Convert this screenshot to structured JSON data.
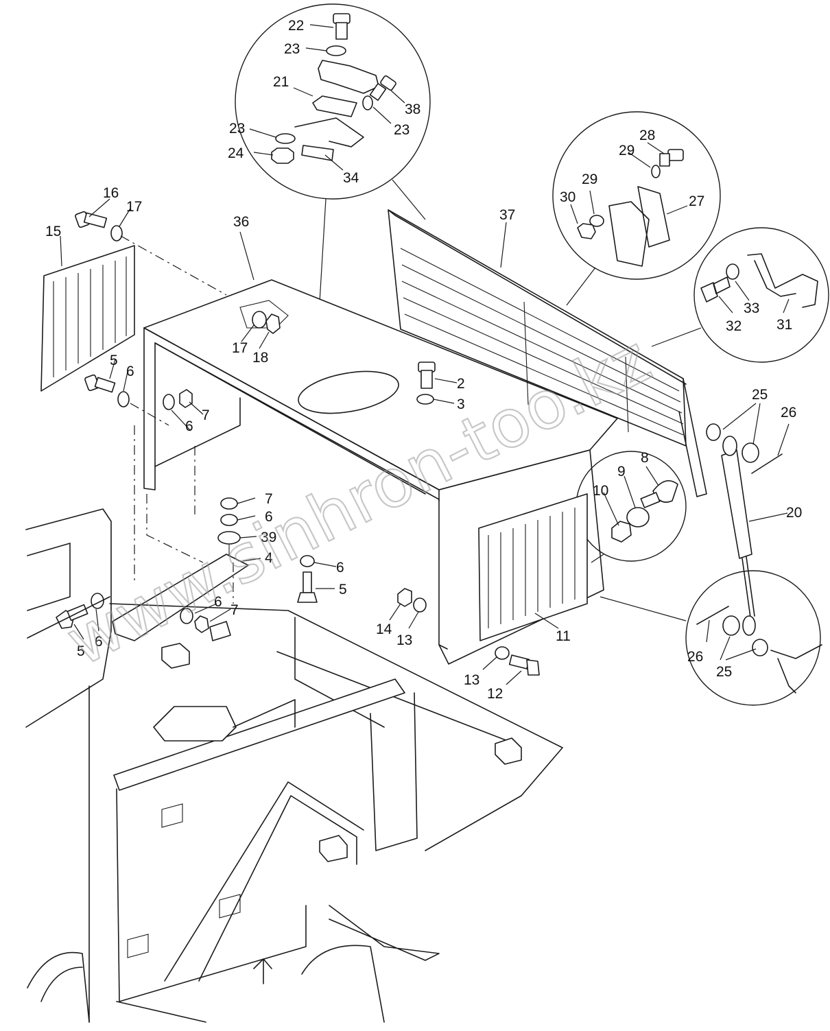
{
  "watermark": "www.sinhron-too.kz",
  "part_numbers": [
    {
      "id": "n22",
      "text": "22"
    },
    {
      "id": "n23a",
      "text": "23"
    },
    {
      "id": "n21",
      "text": "21"
    },
    {
      "id": "n38",
      "text": "38"
    },
    {
      "id": "n23b",
      "text": "23"
    },
    {
      "id": "n23c",
      "text": "23"
    },
    {
      "id": "n24",
      "text": "24"
    },
    {
      "id": "n34",
      "text": "34"
    },
    {
      "id": "n16",
      "text": "16"
    },
    {
      "id": "n17a",
      "text": "17"
    },
    {
      "id": "n15",
      "text": "15"
    },
    {
      "id": "n36",
      "text": "36"
    },
    {
      "id": "n37",
      "text": "37"
    },
    {
      "id": "n28",
      "text": "28"
    },
    {
      "id": "n29a",
      "text": "29"
    },
    {
      "id": "n29b",
      "text": "29"
    },
    {
      "id": "n30",
      "text": "30"
    },
    {
      "id": "n27",
      "text": "27"
    },
    {
      "id": "n33",
      "text": "33"
    },
    {
      "id": "n32",
      "text": "32"
    },
    {
      "id": "n31",
      "text": "31"
    },
    {
      "id": "n17b",
      "text": "17"
    },
    {
      "id": "n18",
      "text": "18"
    },
    {
      "id": "n5a",
      "text": "5"
    },
    {
      "id": "n6a",
      "text": "6"
    },
    {
      "id": "n7a",
      "text": "7"
    },
    {
      "id": "n6b",
      "text": "6"
    },
    {
      "id": "n2",
      "text": "2"
    },
    {
      "id": "n3",
      "text": "3"
    },
    {
      "id": "n25a",
      "text": "25"
    },
    {
      "id": "n26a",
      "text": "26"
    },
    {
      "id": "n8",
      "text": "8"
    },
    {
      "id": "n9",
      "text": "9"
    },
    {
      "id": "n10",
      "text": "10"
    },
    {
      "id": "n20",
      "text": "20"
    },
    {
      "id": "n7b",
      "text": "7"
    },
    {
      "id": "n6c",
      "text": "6"
    },
    {
      "id": "n39",
      "text": "39"
    },
    {
      "id": "n4",
      "text": "4"
    },
    {
      "id": "n6d",
      "text": "6"
    },
    {
      "id": "n5b",
      "text": "5"
    },
    {
      "id": "n6e",
      "text": "6"
    },
    {
      "id": "n7c",
      "text": "7"
    },
    {
      "id": "n5c",
      "text": "5"
    },
    {
      "id": "n6f",
      "text": "6"
    },
    {
      "id": "n14",
      "text": "14"
    },
    {
      "id": "n13a",
      "text": "13"
    },
    {
      "id": "n11",
      "text": "11"
    },
    {
      "id": "n13b",
      "text": "13"
    },
    {
      "id": "n12",
      "text": "12"
    },
    {
      "id": "n26b",
      "text": "26"
    },
    {
      "id": "n25b",
      "text": "25"
    }
  ]
}
